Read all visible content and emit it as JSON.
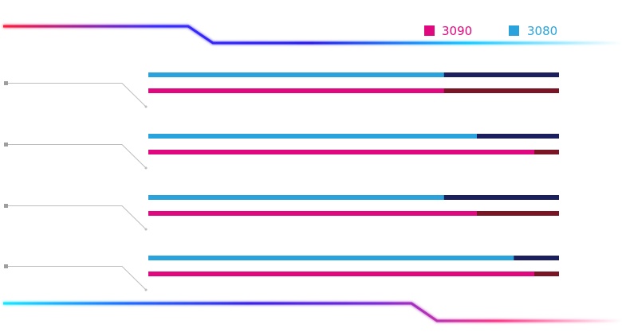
{
  "chart_data": {
    "type": "bar",
    "orientation": "horizontal",
    "categories": [
      "",
      "",
      "",
      ""
    ],
    "series": [
      {
        "name": "3080",
        "color": "#2aa3dc",
        "remainder_color": "#1b1f5e",
        "values": [
          72,
          80,
          72,
          89
        ]
      },
      {
        "name": "3090",
        "color": "#e0087e",
        "remainder_color": "#7a1526",
        "values": [
          72,
          94,
          80,
          94
        ]
      }
    ],
    "xlim": [
      0,
      100
    ],
    "grid": false,
    "legend": "top-right"
  },
  "decor": {
    "top_gradient": [
      "#ff1a3c",
      "#3a2cff",
      "#2a1ee8",
      "#19c8ff",
      "#ffffff"
    ],
    "bottom_gradient": [
      "#19e8ff",
      "#1f6cff",
      "#3a22e8",
      "#7a2ad8",
      "#ff3a8a",
      "#ffffff"
    ],
    "connector_color": "#bdbdbd",
    "marker_color": "#9e9e9e"
  }
}
